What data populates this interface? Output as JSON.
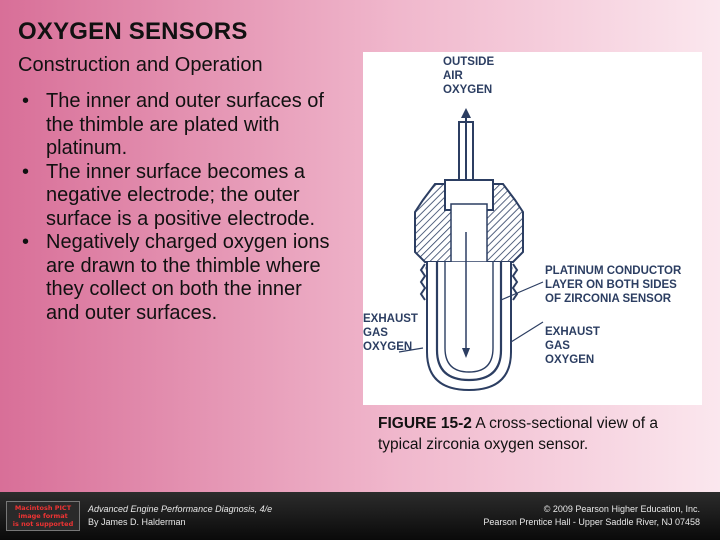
{
  "slide": {
    "title": "OXYGEN SENSORS",
    "subtitle": "Construction and Operation",
    "bullet_marker": "•",
    "bullets": [
      "The inner and outer surfaces of the thimble are plated with platinum.",
      "The inner surface becomes a negative electrode; the outer surface is a positive electrode.",
      "Negatively charged oxygen ions are drawn to the thimble where they collect on both the inner and outer surfaces."
    ]
  },
  "figure": {
    "labels": {
      "outside_air_1": "OUTSIDE",
      "outside_air_2": "AIR",
      "outside_air_3": "OXYGEN",
      "platinum_1": "PLATINUM CONDUCTOR",
      "platinum_2": "LAYER ON BOTH SIDES",
      "platinum_3": "OF ZIRCONIA SENSOR",
      "exhaust_left_1": "EXHAUST",
      "exhaust_left_2": "GAS",
      "exhaust_left_3": "OXYGEN",
      "exhaust_right_1": "EXHAUST",
      "exhaust_right_2": "GAS",
      "exhaust_right_3": "OXYGEN"
    },
    "caption_label": "FIGURE 15-2",
    "caption_text": " A cross-sectional view of a typical zirconia oxygen sensor."
  },
  "footer": {
    "logo_lines": [
      "Macintosh PICT",
      "image format",
      "is not supported"
    ],
    "book_title": "Advanced Engine Performance Diagnosis, 4/e",
    "author": "By James D. Halderman",
    "copyright": "© 2009 Pearson Higher Education, Inc.",
    "publisher": "Pearson Prentice Hall - Upper Saddle River, NJ 07458"
  },
  "colors": {
    "background_left": "#d86f98",
    "background_right": "#fbe7ee",
    "diagram_label": "#2c3e62",
    "footer_bg": "#111111"
  }
}
